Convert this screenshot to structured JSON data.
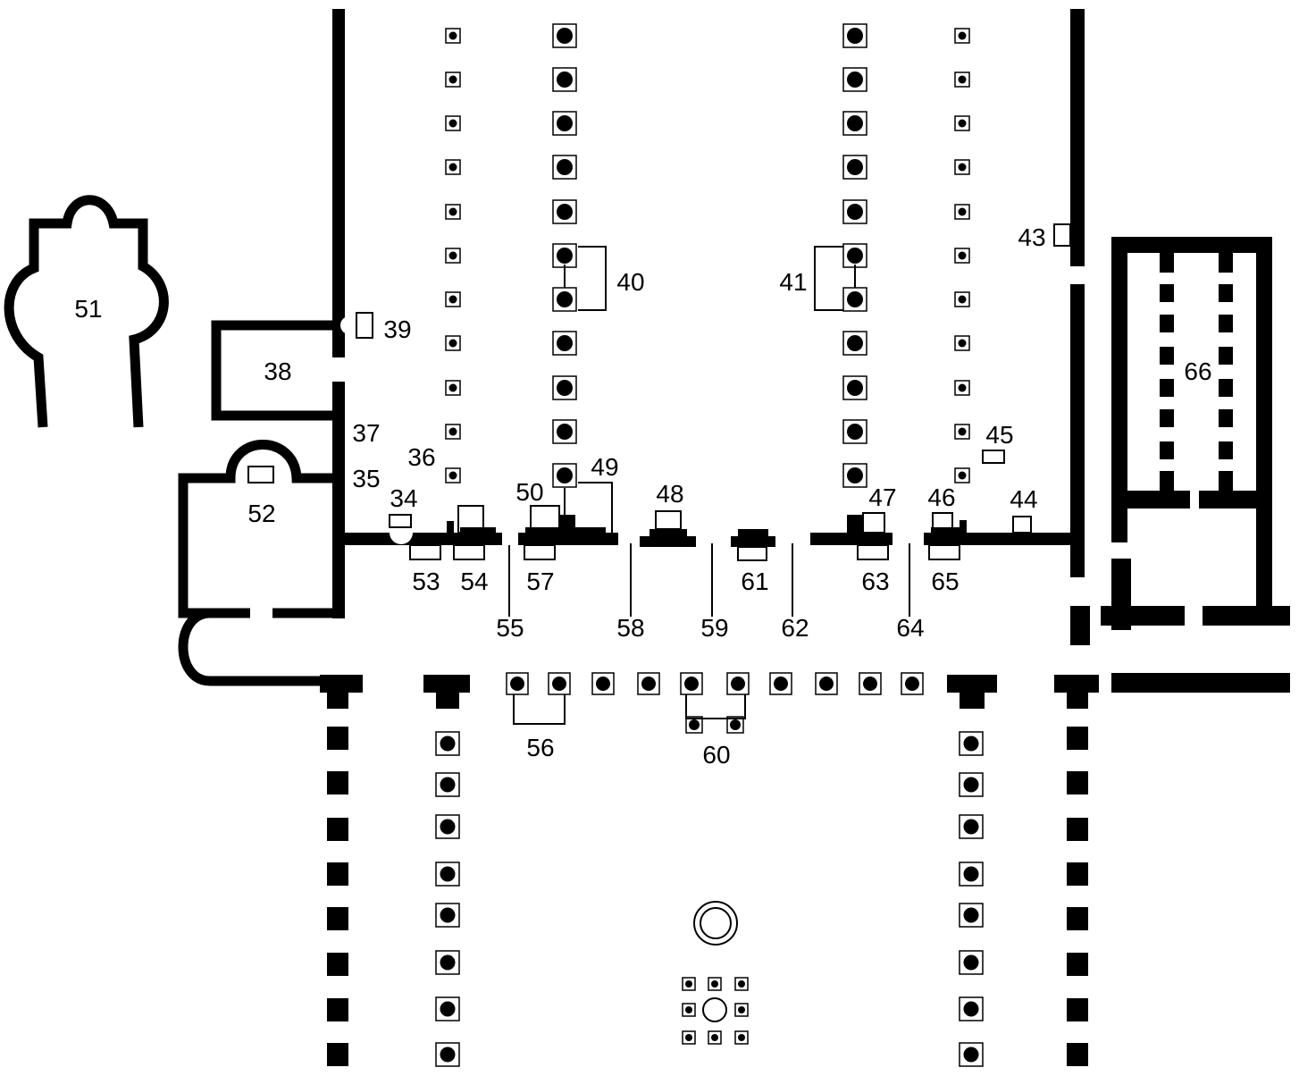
{
  "labels": {
    "l34": "34",
    "l35": "35",
    "l36": "36",
    "l37": "37",
    "l38": "38",
    "l39": "39",
    "l40": "40",
    "l41": "41",
    "l43": "43",
    "l44": "44",
    "l45": "45",
    "l46": "46",
    "l47": "47",
    "l48": "48",
    "l49": "49",
    "l50": "50",
    "l51": "51",
    "l52": "52",
    "l53": "53",
    "l54": "54",
    "l55": "55",
    "l56": "56",
    "l57": "57",
    "l58": "58",
    "l59": "59",
    "l60": "60",
    "l61": "61",
    "l62": "62",
    "l63": "63",
    "l64": "64",
    "l65": "65",
    "l66": "66"
  },
  "colors": {
    "ink": "#000000",
    "paper": "#ffffff"
  }
}
